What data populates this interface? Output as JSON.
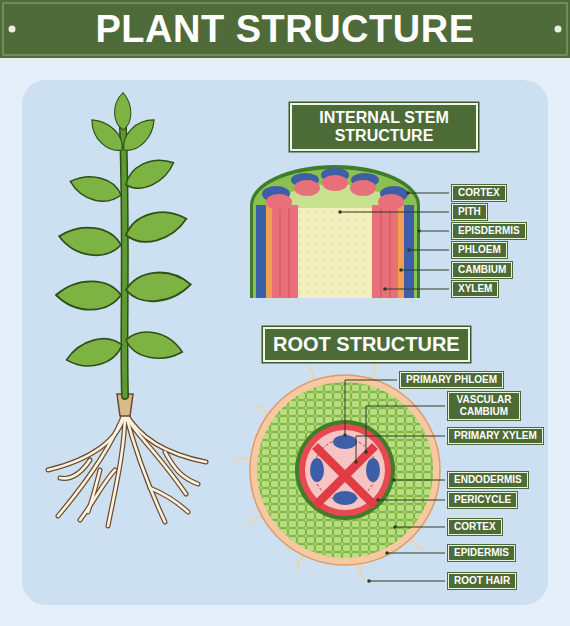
{
  "diagram": {
    "title": "PLANT STRUCTURE",
    "nodes": [
      {
        "text": [
          "INTERNAL STEM STRUCTURE"
        ]
      },
      {
        "text": [
          "CORTEX"
        ]
      },
      {
        "text": [
          "PITH"
        ]
      },
      {
        "text": [
          "EPISDERMIS"
        ]
      },
      {
        "text": [
          "PHLOEM"
        ]
      },
      {
        "text": [
          "CAMBIUM"
        ]
      },
      {
        "text": [
          "XYLEM"
        ]
      },
      {
        "text": [
          "ROOT STRUCTURE"
        ]
      },
      {
        "text": [
          "PRIMARY PHLOEM"
        ]
      },
      {
        "text": [
          "VASCULAR CAMBIUM"
        ]
      },
      {
        "text": [
          "PRIMARY XYLEM"
        ]
      },
      {
        "text": [
          "ENDODERMIS"
        ]
      },
      {
        "text": [
          "PERICYCLE"
        ]
      },
      {
        "text": [
          "CORTEX"
        ]
      },
      {
        "text": [
          "EPIDERMIS"
        ]
      },
      {
        "text": [
          "ROOT HAIR"
        ]
      }
    ]
  }
}
